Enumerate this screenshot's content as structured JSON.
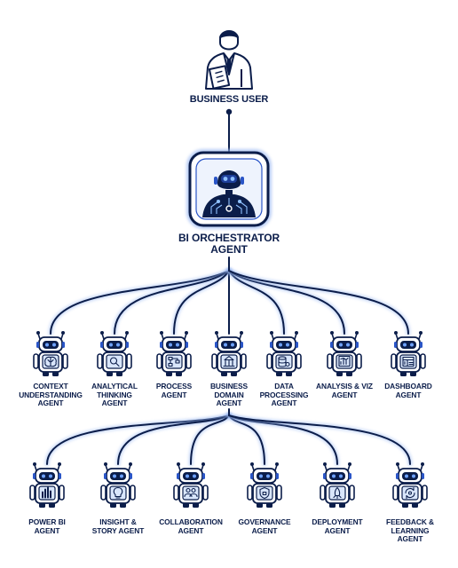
{
  "colors": {
    "navy": "#0b1d4a",
    "blue": "#2a55c7",
    "glow": "#9fbbf2",
    "face": "#d9e6fb"
  },
  "user": {
    "label": "BUSINESS USER",
    "icon": "business-person-icon"
  },
  "orchestrator": {
    "label": "BI ORCHESTRATOR\nAGENT",
    "icon": "orchestrator-robot-icon"
  },
  "row1": [
    {
      "label": "CONTEXT\nUNDERSTANDING\nAGENT",
      "icon": "brain-icon"
    },
    {
      "label": "ANALYTICAL\nTHINKING\nAGENT",
      "icon": "magnifier-icon"
    },
    {
      "label": "PROCESS\nAGENT",
      "icon": "flowchart-icon"
    },
    {
      "label": "BUSINESS\nDOMAIN\nAGENT",
      "icon": "building-icon"
    },
    {
      "label": "DATA\nPROCESSING\nAGENT",
      "icon": "database-gear-icon"
    },
    {
      "label": "ANALYSIS & VIZ\nAGENT",
      "icon": "bar-chart-icon"
    },
    {
      "label": "DASHBOARD\nAGENT",
      "icon": "dashboard-icon"
    }
  ],
  "row2": [
    {
      "label": "POWER BI\nAGENT",
      "icon": "power-bi-icon"
    },
    {
      "label": "INSIGHT &\nSTORY AGENT",
      "icon": "lightbulb-icon"
    },
    {
      "label": "COLLABORATION\nAGENT",
      "icon": "people-icon"
    },
    {
      "label": "GOVERNANCE\nAGENT",
      "icon": "shield-lock-icon"
    },
    {
      "label": "DEPLOYMENT\nAGENT",
      "icon": "rocket-icon"
    },
    {
      "label": "FEEDBACK &\nLEARNING\nAGENT",
      "icon": "feedback-cycle-icon"
    }
  ]
}
